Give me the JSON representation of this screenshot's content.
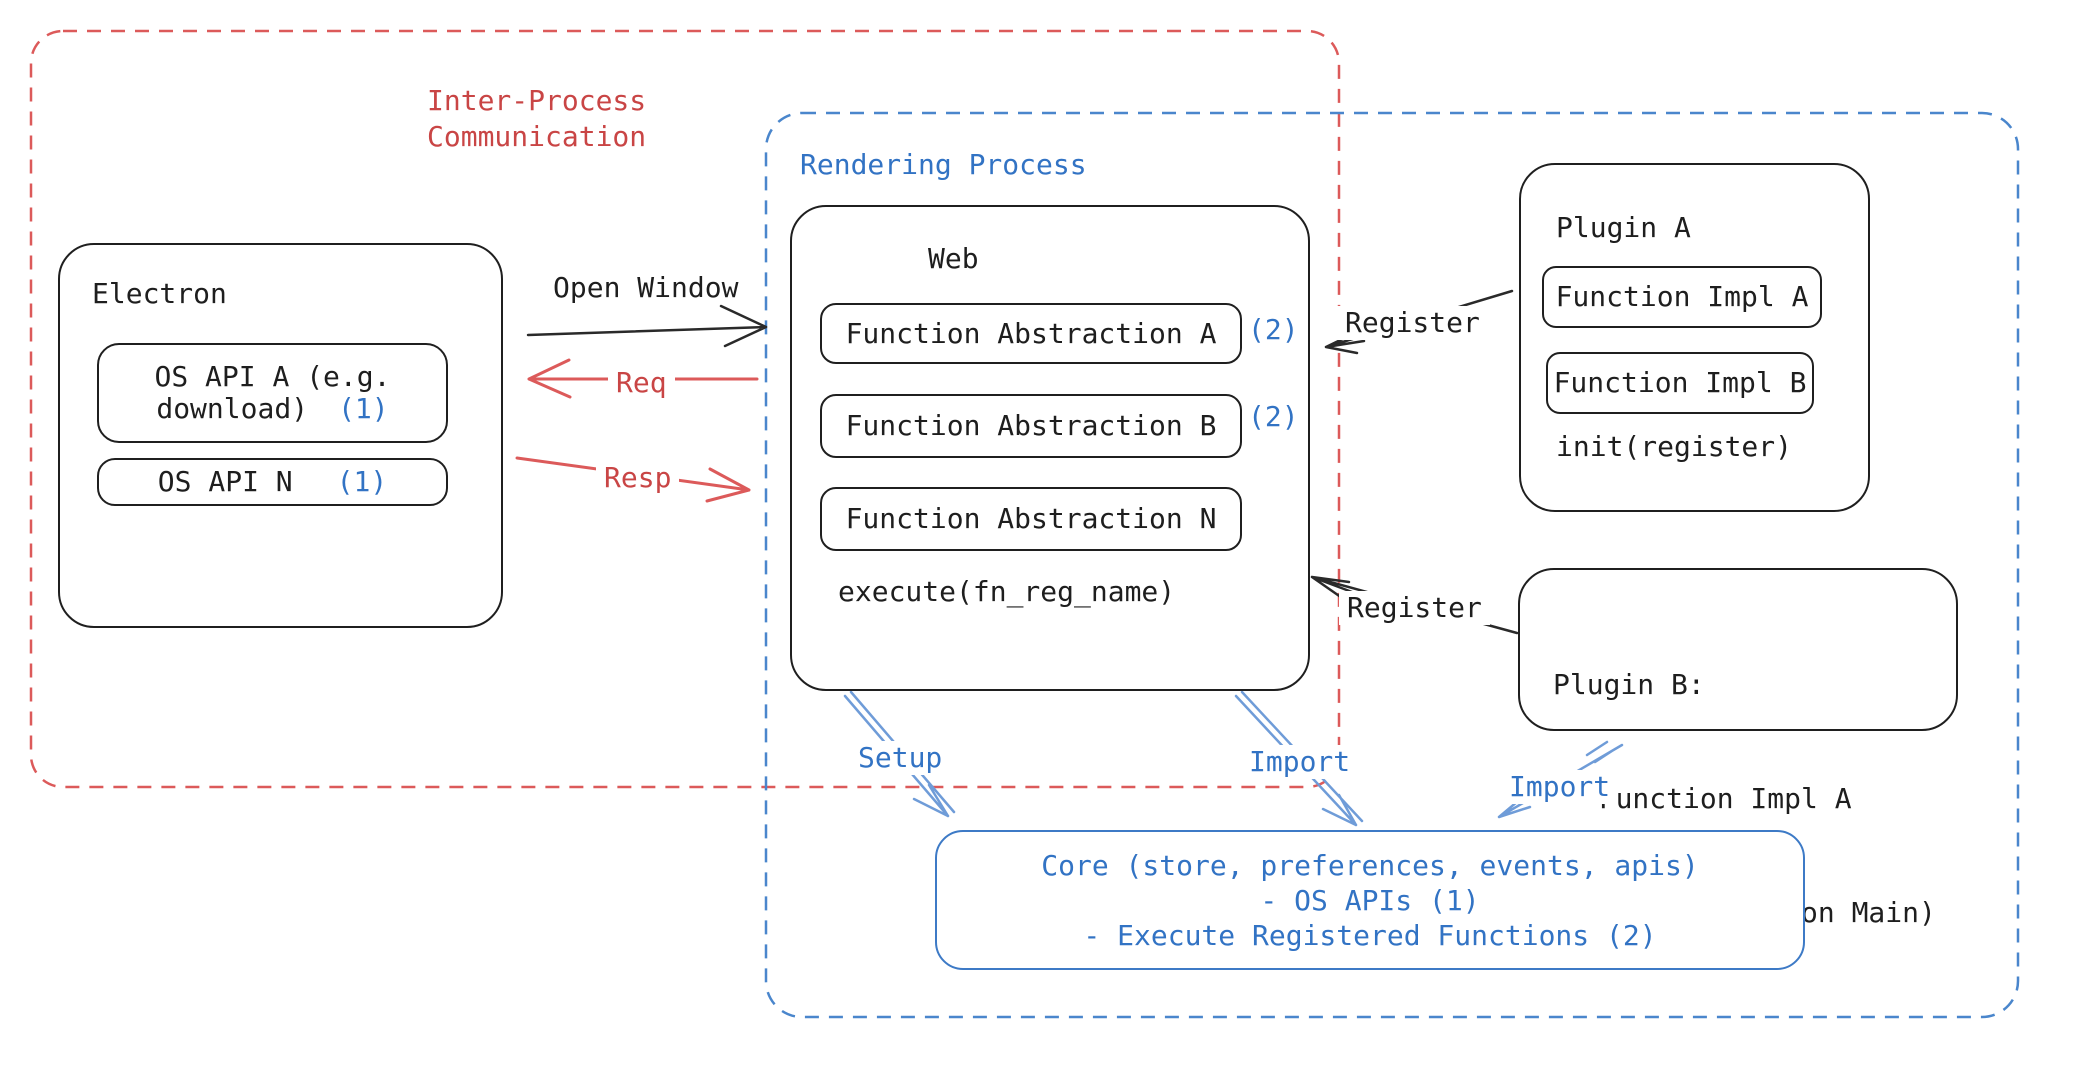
{
  "regions": {
    "ipc": {
      "label": "Inter-Process\nCommunication"
    },
    "rendering": {
      "label": "Rendering Process"
    }
  },
  "electron": {
    "title": "Electron",
    "os_api_a_line1": "OS API A (e.g.",
    "os_api_a_line2": "download)",
    "os_api_a_note": "(1)",
    "os_api_n": "OS API N",
    "os_api_n_note": "(1)"
  },
  "web": {
    "title": "Web",
    "fn_abstraction_a": "Function Abstraction A",
    "fn_abstraction_a_note": "(2)",
    "fn_abstraction_b": "Function Abstraction B",
    "fn_abstraction_b_note": "(2)",
    "fn_abstraction_n": "Function Abstraction N",
    "execute": "execute(fn_reg_name)"
  },
  "plugin_a": {
    "title": "Plugin A",
    "impl_a": "Function Impl A",
    "impl_b": "Function Impl B",
    "init": "init(register)"
  },
  "plugin_b": {
    "line1": "Plugin B:",
    "line2": "- Function Impl A",
    "line3": "- Module (run on Main)"
  },
  "core": {
    "line1": "Core (store, preferences, events, apis)",
    "line2": "- OS APIs (1)",
    "line3": "- Execute Registered Functions (2)"
  },
  "arrows": {
    "open_window": "Open Window",
    "req": "Req",
    "resp": "Resp",
    "register_top": "Register",
    "register_bottom": "Register",
    "setup": "Setup",
    "import_left": "Import",
    "import_right": "Import"
  },
  "colors": {
    "ink": "#1e1e1e",
    "red_text": "#c94545",
    "red_line": "#dc5a5a",
    "blue_text": "#3273c4",
    "blue_dash": "#4a86cc",
    "blue_arrow": "#6f9cd8",
    "core_border": "#3d7ac6",
    "background": "#ffffff"
  }
}
